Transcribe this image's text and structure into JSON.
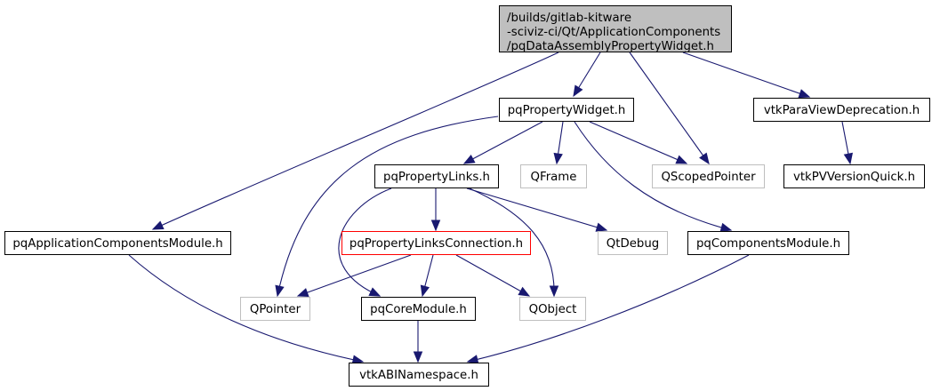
{
  "diagram": {
    "type": "include-dependency-graph",
    "colors": {
      "edge": "#191970",
      "root_fill": "#bfbfbf",
      "root_stroke": "#000000",
      "normal_stroke": "#000000",
      "external_stroke": "#bfbfbf",
      "highlight_stroke": "#ff0000",
      "node_fill": "#ffffff"
    },
    "nodes": [
      {
        "id": "root",
        "kind": "root",
        "lines": [
          "/builds/gitlab-kitware",
          "-sciviz-ci/Qt/ApplicationComponents",
          "/pqDataAssemblyPropertyWidget.h"
        ]
      },
      {
        "id": "pqPropertyWidget",
        "kind": "normal",
        "lines": [
          "pqPropertyWidget.h"
        ]
      },
      {
        "id": "vtkParaViewDeprecation",
        "kind": "normal",
        "lines": [
          "vtkParaViewDeprecation.h"
        ]
      },
      {
        "id": "pqPropertyLinks",
        "kind": "normal",
        "lines": [
          "pqPropertyLinks.h"
        ]
      },
      {
        "id": "QFrame",
        "kind": "external",
        "lines": [
          "QFrame"
        ]
      },
      {
        "id": "QScopedPointer",
        "kind": "external",
        "lines": [
          "QScopedPointer"
        ]
      },
      {
        "id": "vtkPVVersionQuick",
        "kind": "normal",
        "lines": [
          "vtkPVVersionQuick.h"
        ]
      },
      {
        "id": "pqApplicationComponentsModule",
        "kind": "normal",
        "lines": [
          "pqApplicationComponentsModule.h"
        ]
      },
      {
        "id": "pqPropertyLinksConnection",
        "kind": "highlight",
        "lines": [
          "pqPropertyLinksConnection.h"
        ]
      },
      {
        "id": "QtDebug",
        "kind": "external",
        "lines": [
          "QtDebug"
        ]
      },
      {
        "id": "pqComponentsModule",
        "kind": "normal",
        "lines": [
          "pqComponentsModule.h"
        ]
      },
      {
        "id": "QPointer",
        "kind": "external",
        "lines": [
          "QPointer"
        ]
      },
      {
        "id": "pqCoreModule",
        "kind": "normal",
        "lines": [
          "pqCoreModule.h"
        ]
      },
      {
        "id": "QObject",
        "kind": "external",
        "lines": [
          "QObject"
        ]
      },
      {
        "id": "vtkABINamespace",
        "kind": "normal",
        "lines": [
          "vtkABINamespace.h"
        ]
      }
    ],
    "edges": [
      {
        "from": "root",
        "to": "pqApplicationComponentsModule"
      },
      {
        "from": "root",
        "to": "pqPropertyWidget"
      },
      {
        "from": "root",
        "to": "QScopedPointer"
      },
      {
        "from": "root",
        "to": "vtkParaViewDeprecation"
      },
      {
        "from": "pqPropertyWidget",
        "to": "pqPropertyLinks"
      },
      {
        "from": "pqPropertyWidget",
        "to": "QFrame"
      },
      {
        "from": "pqPropertyWidget",
        "to": "QScopedPointer"
      },
      {
        "from": "pqPropertyWidget",
        "to": "pqComponentsModule"
      },
      {
        "from": "pqPropertyWidget",
        "to": "QPointer"
      },
      {
        "from": "vtkParaViewDeprecation",
        "to": "vtkPVVersionQuick"
      },
      {
        "from": "pqPropertyLinks",
        "to": "pqPropertyLinksConnection"
      },
      {
        "from": "pqPropertyLinks",
        "to": "QtDebug"
      },
      {
        "from": "pqPropertyLinks",
        "to": "QObject"
      },
      {
        "from": "pqPropertyLinks",
        "to": "pqCoreModule"
      },
      {
        "from": "pqPropertyLinksConnection",
        "to": "QPointer"
      },
      {
        "from": "pqPropertyLinksConnection",
        "to": "pqCoreModule"
      },
      {
        "from": "pqPropertyLinksConnection",
        "to": "QObject"
      },
      {
        "from": "pqApplicationComponentsModule",
        "to": "vtkABINamespace"
      },
      {
        "from": "pqCoreModule",
        "to": "vtkABINamespace"
      },
      {
        "from": "pqComponentsModule",
        "to": "vtkABINamespace"
      }
    ]
  }
}
